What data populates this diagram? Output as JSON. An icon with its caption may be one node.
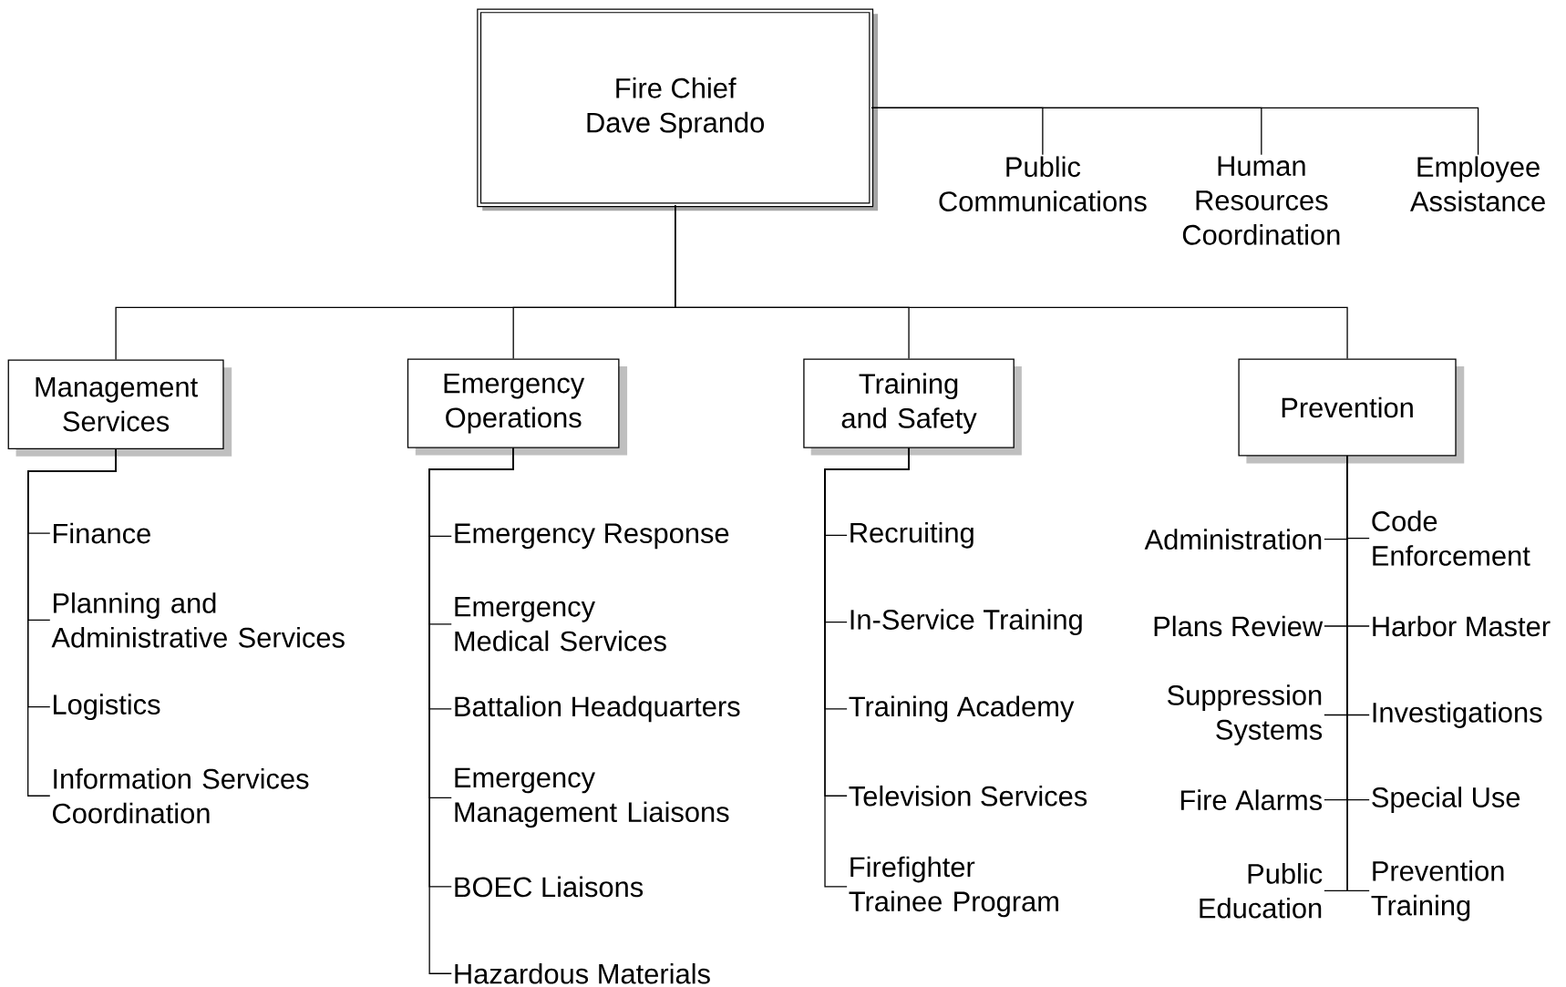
{
  "diagram": {
    "nodes": [
      {
        "text": [
          "Fire Chief",
          "Dave Sprando"
        ]
      },
      {
        "text": [
          "Public Communications"
        ]
      },
      {
        "text": [
          "Human Resources Coordination"
        ]
      },
      {
        "text": [
          "Employee Assistance"
        ]
      },
      {
        "text": [
          "Management Services"
        ]
      },
      {
        "text": [
          "Emergency Operations"
        ]
      },
      {
        "text": [
          "Training and Safety"
        ]
      },
      {
        "text": [
          "Prevention"
        ]
      },
      {
        "text": [
          "Finance"
        ]
      },
      {
        "text": [
          "Planning and Administrative Services"
        ]
      },
      {
        "text": [
          "Logistics"
        ]
      },
      {
        "text": [
          "Information Services Coordination"
        ]
      },
      {
        "text": [
          "Emergency Response"
        ]
      },
      {
        "text": [
          "Emergency Medical Services"
        ]
      },
      {
        "text": [
          "Battalion Headquarters"
        ]
      },
      {
        "text": [
          "Emergency Management Liaisons"
        ]
      },
      {
        "text": [
          "BOEC Liaisons"
        ]
      },
      {
        "text": [
          "Hazardous Materials"
        ]
      },
      {
        "text": [
          "Recruiting"
        ]
      },
      {
        "text": [
          "In-Service Training"
        ]
      },
      {
        "text": [
          "Training Academy"
        ]
      },
      {
        "text": [
          "Television Services"
        ]
      },
      {
        "text": [
          "Firefighter Trainee Program"
        ]
      },
      {
        "text": [
          "Administration"
        ]
      },
      {
        "text": [
          "Code Enforcement"
        ]
      },
      {
        "text": [
          "Plans Review"
        ]
      },
      {
        "text": [
          "Harbor Master"
        ]
      },
      {
        "text": [
          "Suppression Systems"
        ]
      },
      {
        "text": [
          "Investigations"
        ]
      },
      {
        "text": [
          "Fire Alarms"
        ]
      },
      {
        "text": [
          "Special Use"
        ]
      },
      {
        "text": [
          "Public Education"
        ]
      },
      {
        "text": [
          "Prevention Training"
        ]
      }
    ],
    "edges": [
      {
        "from": 0,
        "to": 1,
        "arrow": "none"
      },
      {
        "from": 0,
        "to": 2,
        "arrow": "none"
      },
      {
        "from": 0,
        "to": 3,
        "arrow": "none"
      },
      {
        "from": 0,
        "to": 4,
        "arrow": "none"
      },
      {
        "from": 0,
        "to": 5,
        "arrow": "none"
      },
      {
        "from": 0,
        "to": 6,
        "arrow": "none"
      },
      {
        "from": 0,
        "to": 7,
        "arrow": "none"
      },
      {
        "from": 4,
        "to": 8,
        "arrow": "none"
      },
      {
        "from": 4,
        "to": 9,
        "arrow": "none"
      },
      {
        "from": 4,
        "to": 10,
        "arrow": "none"
      },
      {
        "from": 4,
        "to": 11,
        "arrow": "none"
      },
      {
        "from": 5,
        "to": 12,
        "arrow": "none"
      },
      {
        "from": 5,
        "to": 13,
        "arrow": "none"
      },
      {
        "from": 5,
        "to": 14,
        "arrow": "none"
      },
      {
        "from": 5,
        "to": 15,
        "arrow": "none"
      },
      {
        "from": 5,
        "to": 16,
        "arrow": "none"
      },
      {
        "from": 5,
        "to": 17,
        "arrow": "none"
      },
      {
        "from": 6,
        "to": 18,
        "arrow": "none"
      },
      {
        "from": 6,
        "to": 19,
        "arrow": "none"
      },
      {
        "from": 6,
        "to": 20,
        "arrow": "none"
      },
      {
        "from": 6,
        "to": 21,
        "arrow": "none"
      },
      {
        "from": 6,
        "to": 22,
        "arrow": "none"
      },
      {
        "from": 7,
        "to": 23,
        "arrow": "none"
      },
      {
        "from": 7,
        "to": 24,
        "arrow": "none"
      },
      {
        "from": 7,
        "to": 25,
        "arrow": "none"
      },
      {
        "from": 7,
        "to": 26,
        "arrow": "none"
      },
      {
        "from": 7,
        "to": 27,
        "arrow": "none"
      },
      {
        "from": 7,
        "to": 28,
        "arrow": "none"
      },
      {
        "from": 7,
        "to": 29,
        "arrow": "none"
      },
      {
        "from": 7,
        "to": 30,
        "arrow": "none"
      },
      {
        "from": 7,
        "to": 31,
        "arrow": "none"
      },
      {
        "from": 7,
        "to": 32,
        "arrow": "none"
      }
    ]
  }
}
